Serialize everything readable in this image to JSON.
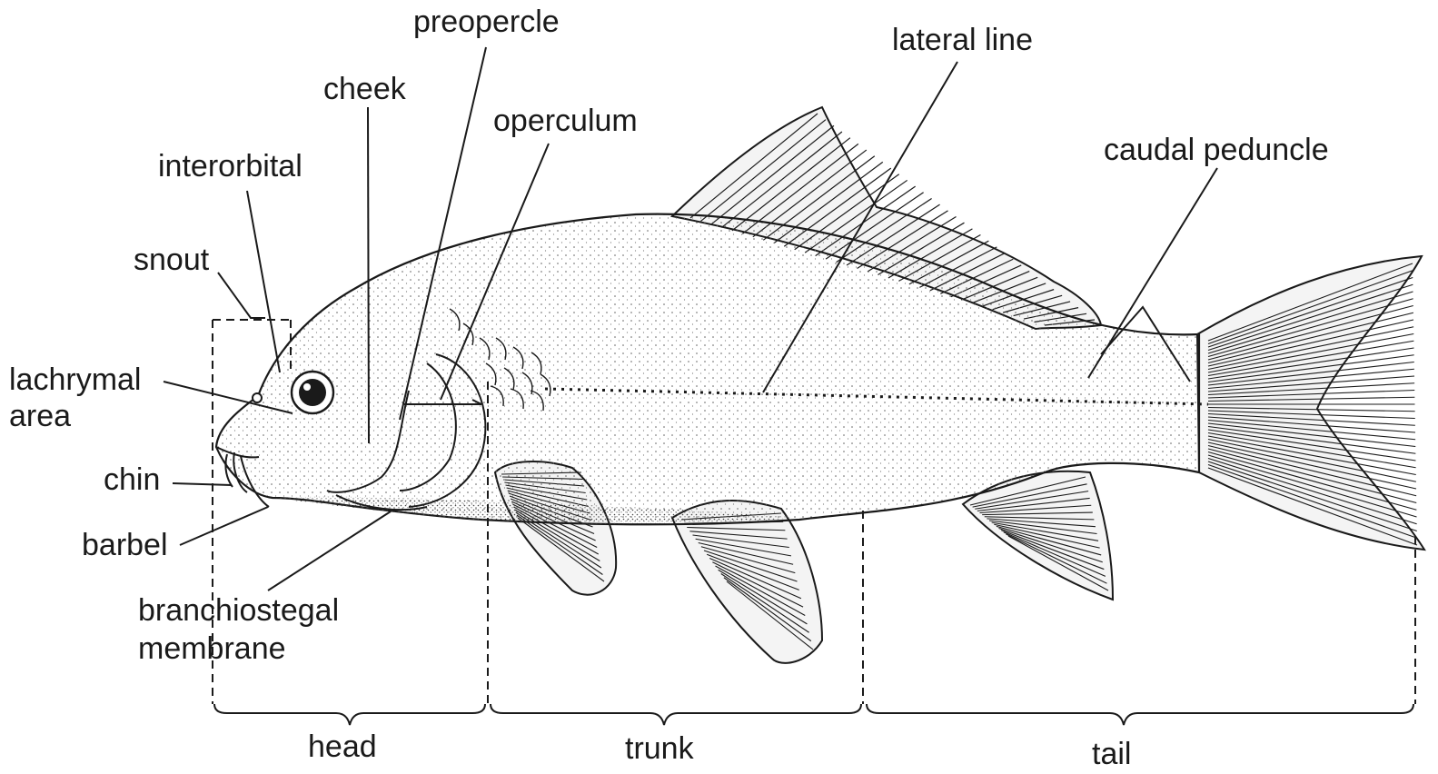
{
  "labels": {
    "preopercle": "preopercle",
    "lateral_line": "lateral line",
    "cheek": "cheek",
    "operculum": "operculum",
    "interorbital": "interorbital",
    "caudal_peduncle": "caudal peduncle",
    "snout": "snout",
    "lachrymal_area_1": "lachrymal",
    "lachrymal_area_2": "area",
    "chin": "chin",
    "barbel": "barbel",
    "branchiostegal_1": "branchiostegal",
    "branchiostegal_2": "membrane"
  },
  "regions": {
    "head": "head",
    "trunk": "trunk",
    "tail": "tail"
  },
  "colors": {
    "ink": "#1a1a1a",
    "fin_shade": "#9a9a9a",
    "paper": "#ffffff"
  }
}
